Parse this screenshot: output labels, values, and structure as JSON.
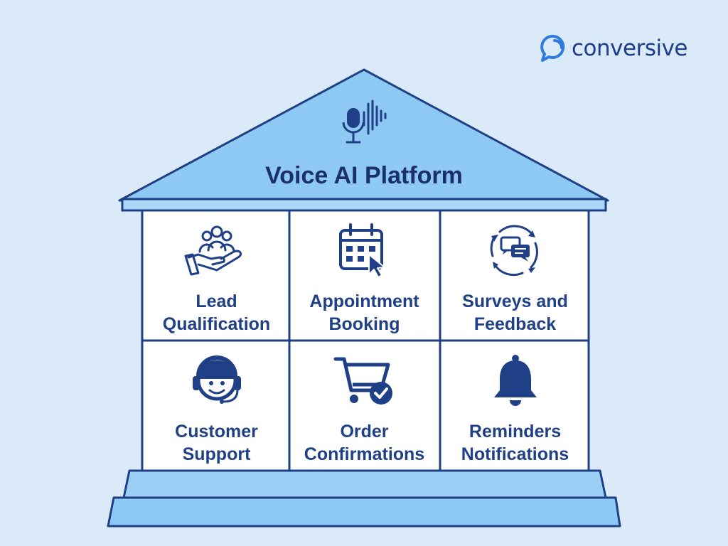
{
  "brand": {
    "name": "conversive"
  },
  "platform": {
    "title": "Voice AI Platform",
    "icon": "microphone-soundwave-icon"
  },
  "pillars": [
    {
      "line1": "Lead",
      "line2": "Qualification",
      "icon": "hand-with-people-icon"
    },
    {
      "line1": "Appointment",
      "line2": "Booking",
      "icon": "calendar-cursor-icon"
    },
    {
      "line1": "Surveys and",
      "line2": "Feedback",
      "icon": "chat-cycle-icon"
    },
    {
      "line1": "Customer",
      "line2": "Support",
      "icon": "headset-agent-icon"
    },
    {
      "line1": "Order",
      "line2": "Confirmations",
      "icon": "cart-check-icon"
    },
    {
      "line1": "Reminders",
      "line2": "Notifications",
      "icon": "bell-icon"
    }
  ],
  "colors": {
    "background": "#dbeaf8",
    "roof": "#8ec9f3",
    "outline": "#1f3f86",
    "text": "#1f3f86"
  }
}
